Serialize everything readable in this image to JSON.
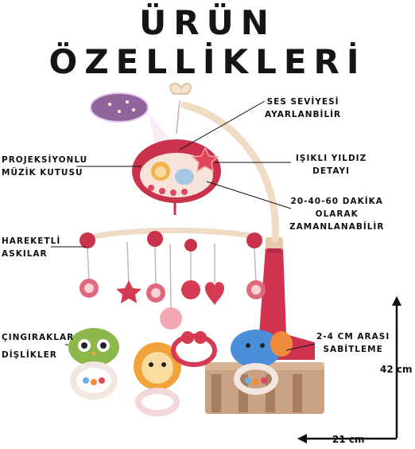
{
  "title": "ÜRÜN ÖZELLİKLERİ",
  "labels": {
    "volume": [
      "SES SEVİYESİ",
      "AYARLANBİLİR"
    ],
    "projector": [
      "PROJEKSİYONLU",
      "MÜZİK KUTUSU"
    ],
    "star": [
      "IŞIKLI YILDIZ",
      "DETAYI"
    ],
    "timer": [
      "20-40-60 DAKİKA",
      "OLARAK",
      "ZAMANLANABİLİR"
    ],
    "hanging": [
      "HAREKETLİ",
      "ASKILAR"
    ],
    "rattles": [
      "ÇINGIRAKLAR",
      "DİŞLİKLER"
    ],
    "clamp": [
      "2-4 CM ARASI",
      "SABİTLEME"
    ]
  },
  "dimensions": {
    "height": "42 cm",
    "width": "21 cm"
  },
  "colors": {
    "accent": "#c8324a",
    "arm": "#f0dcc4",
    "text": "#111111"
  }
}
